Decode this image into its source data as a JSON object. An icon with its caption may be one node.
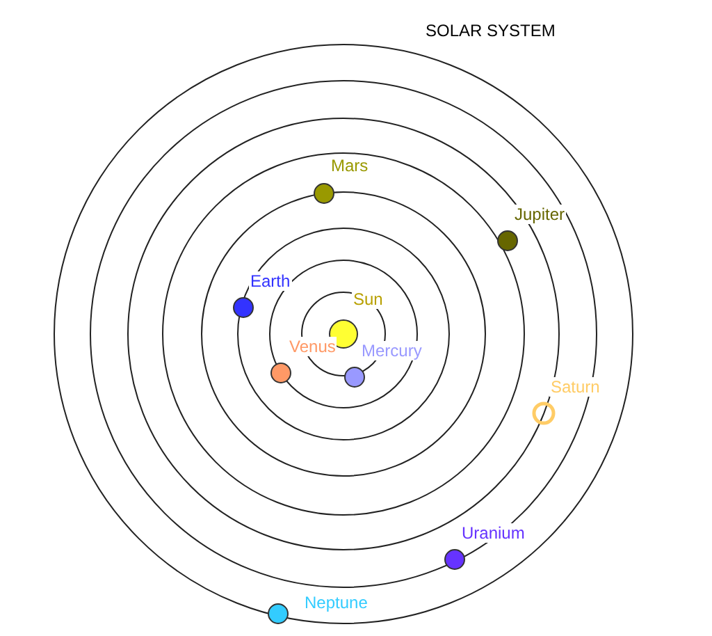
{
  "diagram": {
    "title": "SOLAR SYSTEM",
    "nodes": [
      {
        "text": [
          "Sun"
        ]
      },
      {
        "text": [
          "Mercury"
        ]
      },
      {
        "text": [
          "Venus"
        ]
      },
      {
        "text": [
          "Earth"
        ]
      },
      {
        "text": [
          "Mars"
        ]
      },
      {
        "text": [
          "Jupiter"
        ]
      },
      {
        "text": [
          "Saturn"
        ]
      },
      {
        "text": [
          "Uranium"
        ]
      },
      {
        "text": [
          "Neptune"
        ]
      }
    ],
    "edges": []
  }
}
